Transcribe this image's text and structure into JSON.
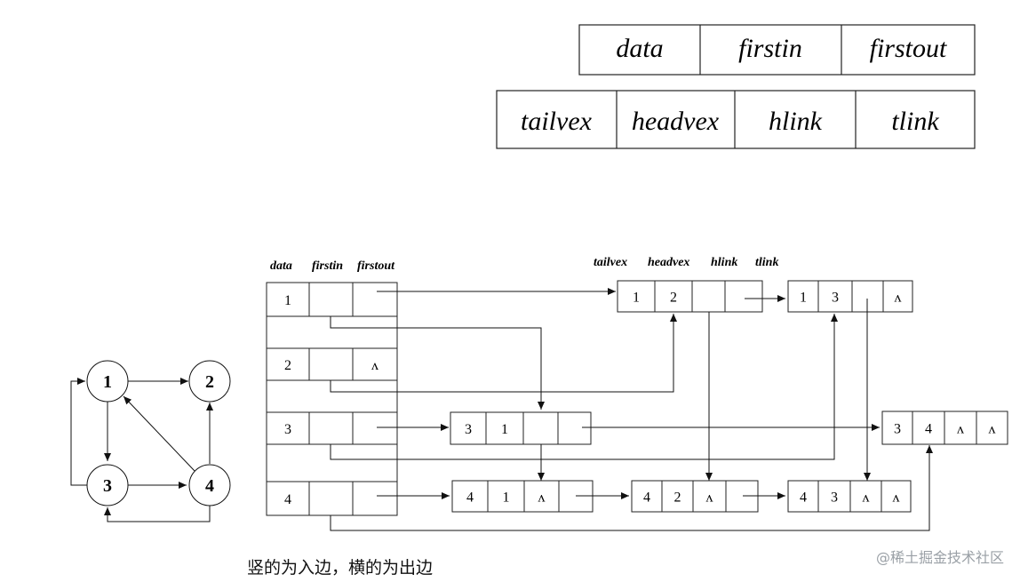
{
  "vertex_struct": [
    "data",
    "firstin",
    "firstout"
  ],
  "arc_struct": [
    "tailvex",
    "headvex",
    "hlink",
    "tlink"
  ],
  "list_header": [
    "data",
    "firstin",
    "firstout"
  ],
  "arc_header": [
    "tailvex",
    "headvex",
    "hlink",
    "tlink"
  ],
  "vertices": [
    "1",
    "2",
    "3",
    "4"
  ],
  "null_symbol": "ʌ",
  "graph_nodes": [
    "1",
    "2",
    "3",
    "4"
  ],
  "arcs": [
    {
      "id": "1-2",
      "values": [
        "1",
        "2",
        "",
        ""
      ]
    },
    {
      "id": "1-3",
      "values": [
        "1",
        "3",
        "",
        "ʌ"
      ]
    },
    {
      "id": "3-1",
      "values": [
        "3",
        "1",
        "",
        ""
      ]
    },
    {
      "id": "3-4",
      "values": [
        "3",
        "4",
        "ʌ",
        "ʌ"
      ]
    },
    {
      "id": "4-1",
      "values": [
        "4",
        "1",
        "ʌ",
        ""
      ]
    },
    {
      "id": "4-2",
      "values": [
        "4",
        "2",
        "ʌ",
        ""
      ]
    },
    {
      "id": "4-3",
      "values": [
        "4",
        "3",
        "ʌ",
        "ʌ"
      ]
    }
  ],
  "vertex_row_nulls": {
    "2_firstout": "ʌ"
  },
  "caption": "竖的为入边，横的为出边",
  "watermark": "@稀土掘金技术社区"
}
